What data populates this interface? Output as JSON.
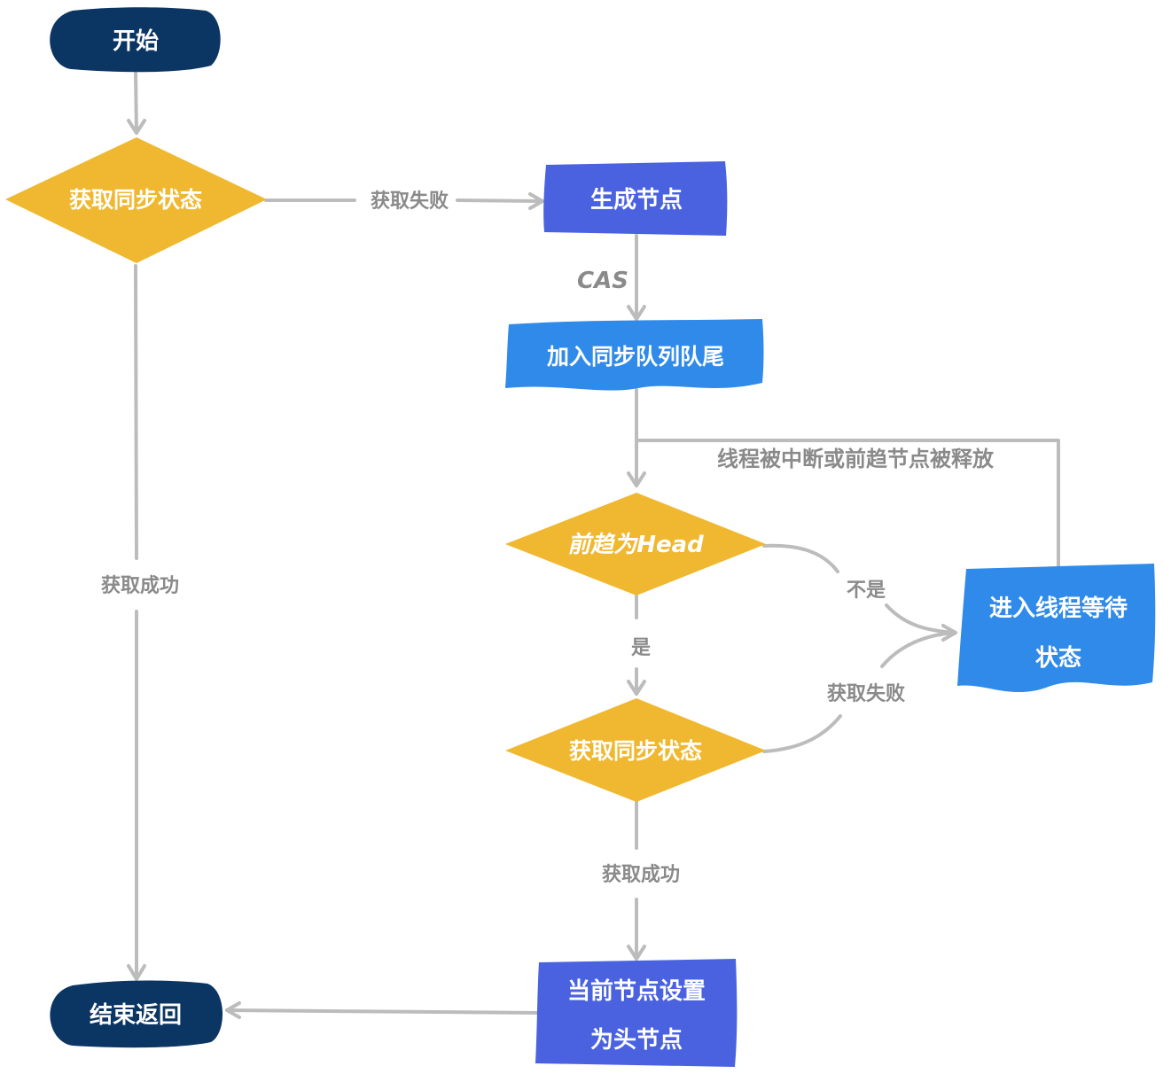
{
  "colors": {
    "terminal": "#0b3563",
    "decision": "#f0b830",
    "process_dark": "#4a62e0",
    "process_light": "#2f8ae9",
    "edge": "#bcbcbc",
    "edge_label": "#8a8a8a"
  },
  "nodes": {
    "start": "开始",
    "acquire_state_1": "获取同步状态",
    "create_node": "生成节点",
    "enqueue_tail": "加入同步队列队尾",
    "predecessor_is_head": "前趋为Head",
    "acquire_state_2": "获取同步状态",
    "thread_wait": [
      "进入线程等待",
      "状态"
    ],
    "set_head": [
      "当前节点设置",
      "为头节点"
    ],
    "end": "结束返回"
  },
  "edge_labels": {
    "acquire_fail_1": "获取失败",
    "cas": "CAS",
    "acquire_success_1": "获取成功",
    "interrupted_or_released": "线程被中断或前趋节点被释放",
    "not": "不是",
    "yes": "是",
    "acquire_fail_2": "获取失败",
    "acquire_success_2": "获取成功"
  }
}
